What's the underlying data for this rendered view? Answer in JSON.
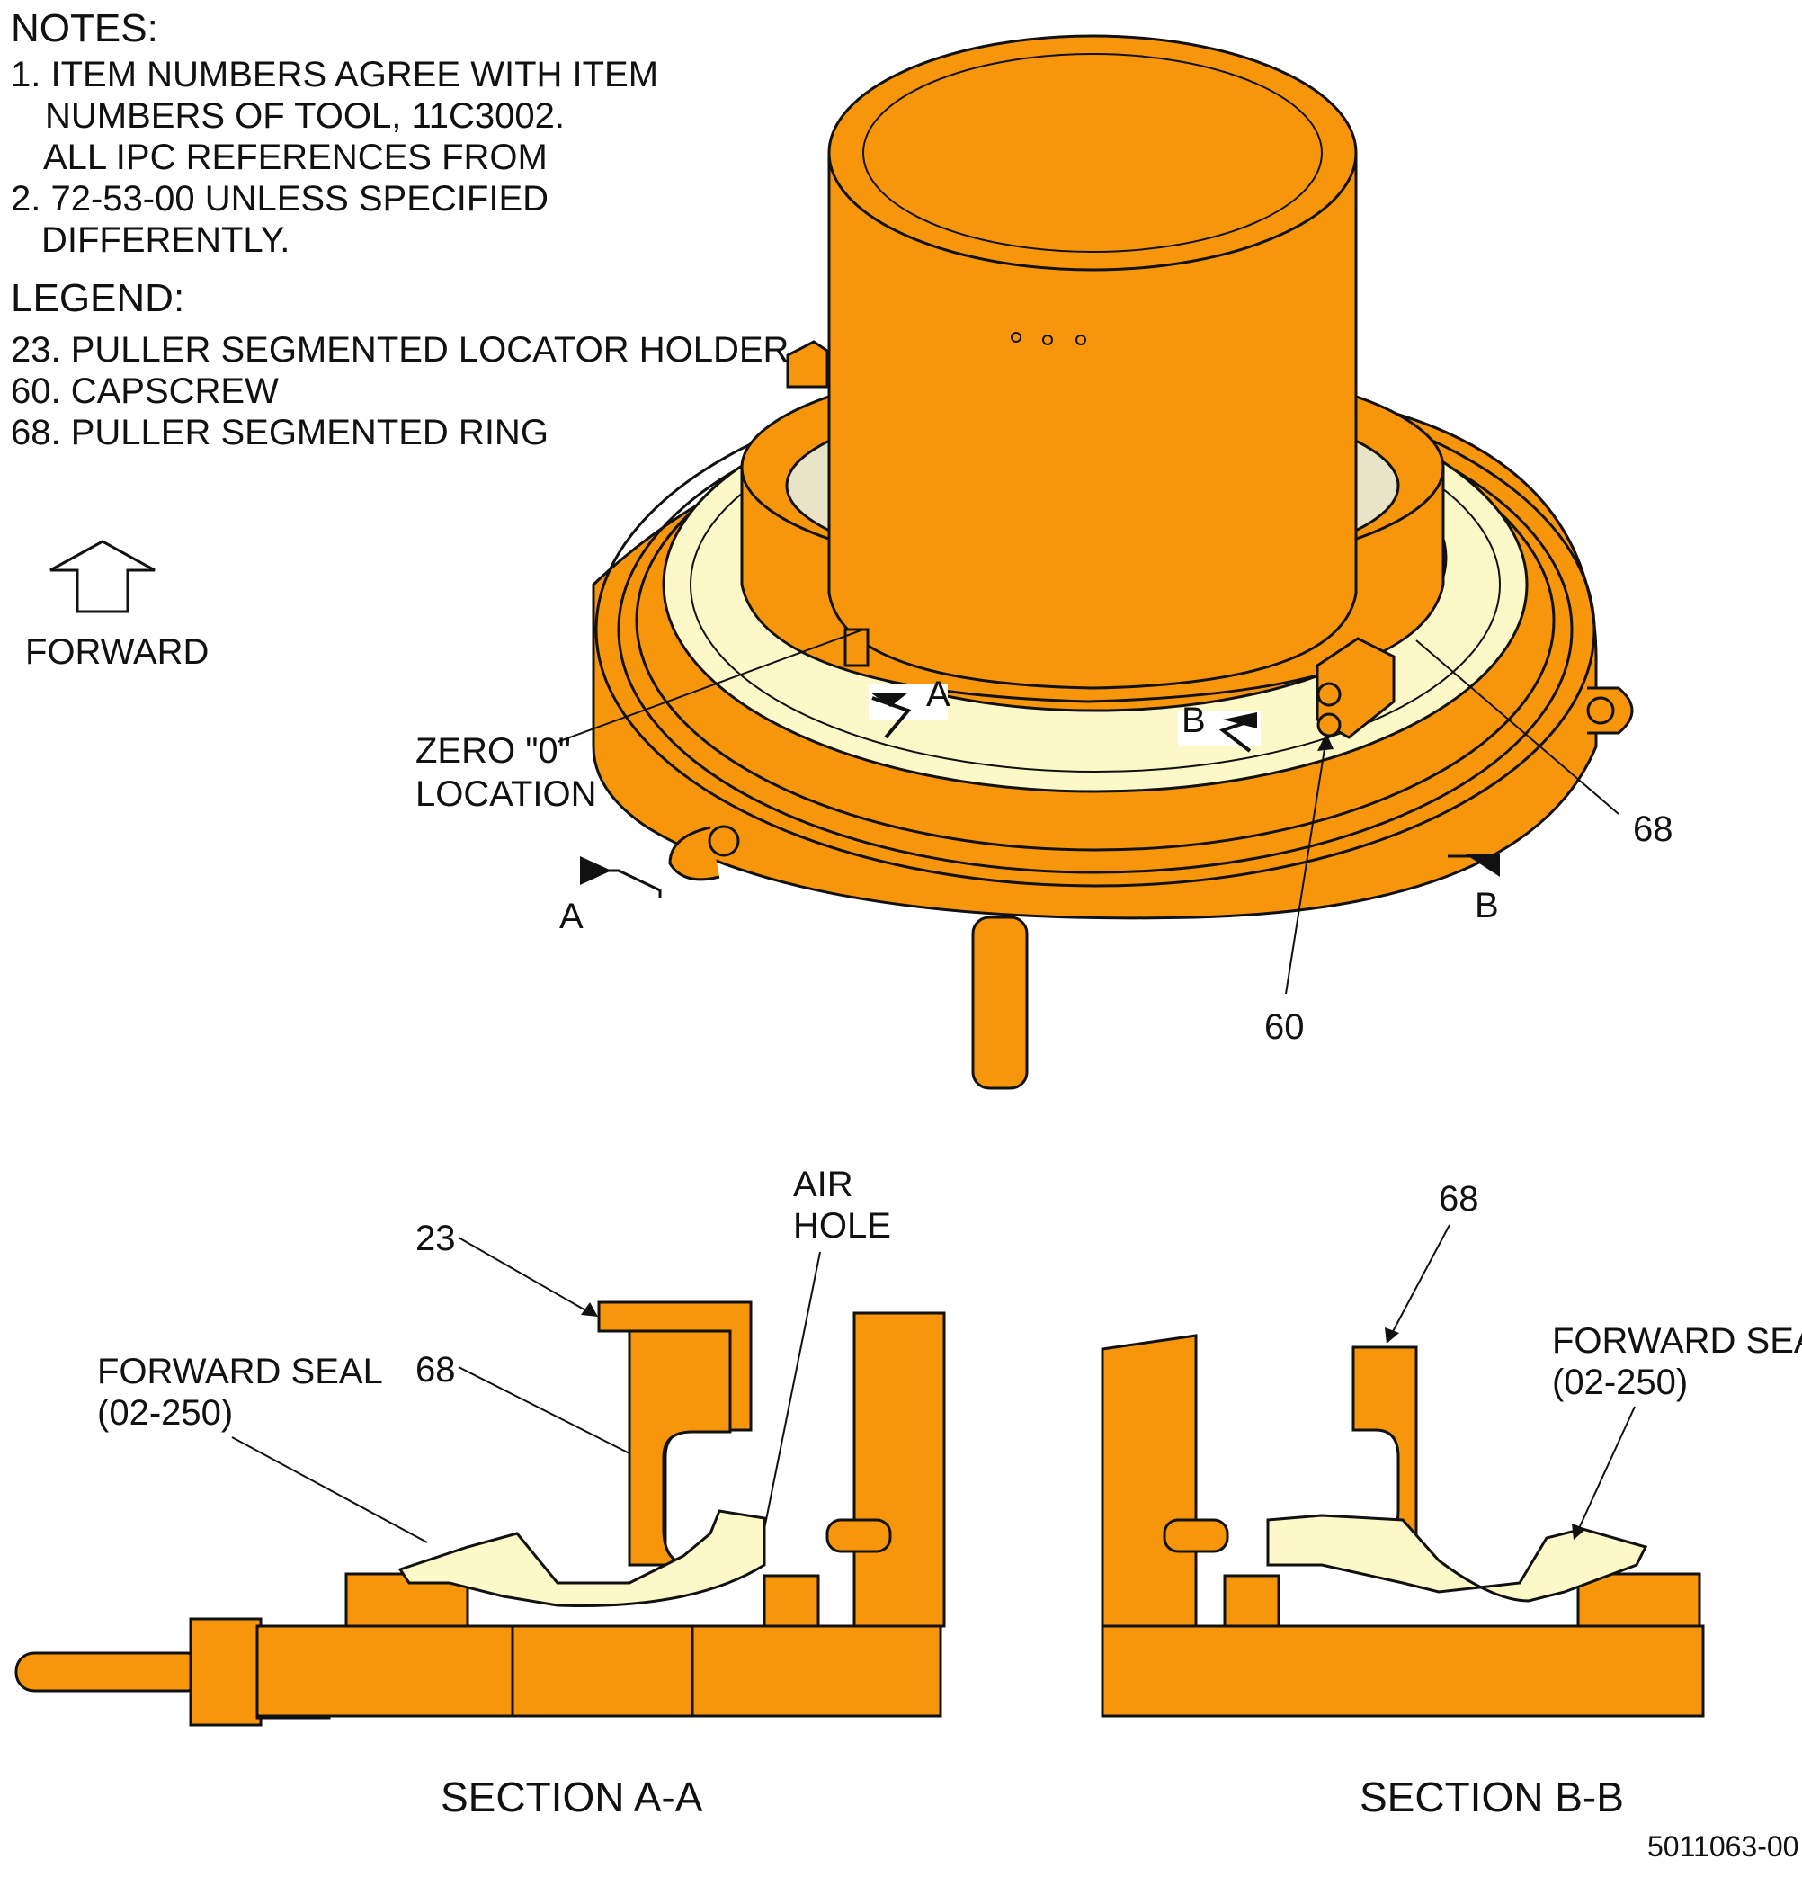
{
  "notes": {
    "title": "NOTES:",
    "line1": "1. ITEM NUMBERS AGREE WITH ITEM",
    "line2": "NUMBERS OF TOOL, 11C3002.",
    "line3": "ALL IPC REFERENCES FROM",
    "line4": "2. 72-53-00 UNLESS SPECIFIED",
    "line5": "DIFFERENTLY."
  },
  "legend": {
    "title": "LEGEND:",
    "items": [
      "23. PULLER SEGMENTED LOCATOR HOLDER",
      "60. CAPSCREW",
      "68. PULLER SEGMENTED RING"
    ]
  },
  "forward_label": "FORWARD",
  "iso_view": {
    "zero_line1": "ZERO \"0\"",
    "zero_line2": "LOCATION",
    "section_a": "A",
    "section_b": "B",
    "callout_68": "68",
    "callout_60": "60"
  },
  "section_aa": {
    "title": "SECTION A-A",
    "callout_23": "23",
    "callout_68": "68",
    "air_line1": "AIR",
    "air_line2": "HOLE",
    "seal_line1": "FORWARD SEAL",
    "seal_line2": "(02-250)"
  },
  "section_bb": {
    "title": "SECTION B-B",
    "callout_68": "68",
    "seal_line1": "FORWARD SEAL",
    "seal_line2": "(02-250)"
  },
  "drawing_number": "5011063-00",
  "colors": {
    "tool_orange": "#f7960a",
    "seal_cream": "#fdf8c8",
    "outline": "#111111"
  }
}
